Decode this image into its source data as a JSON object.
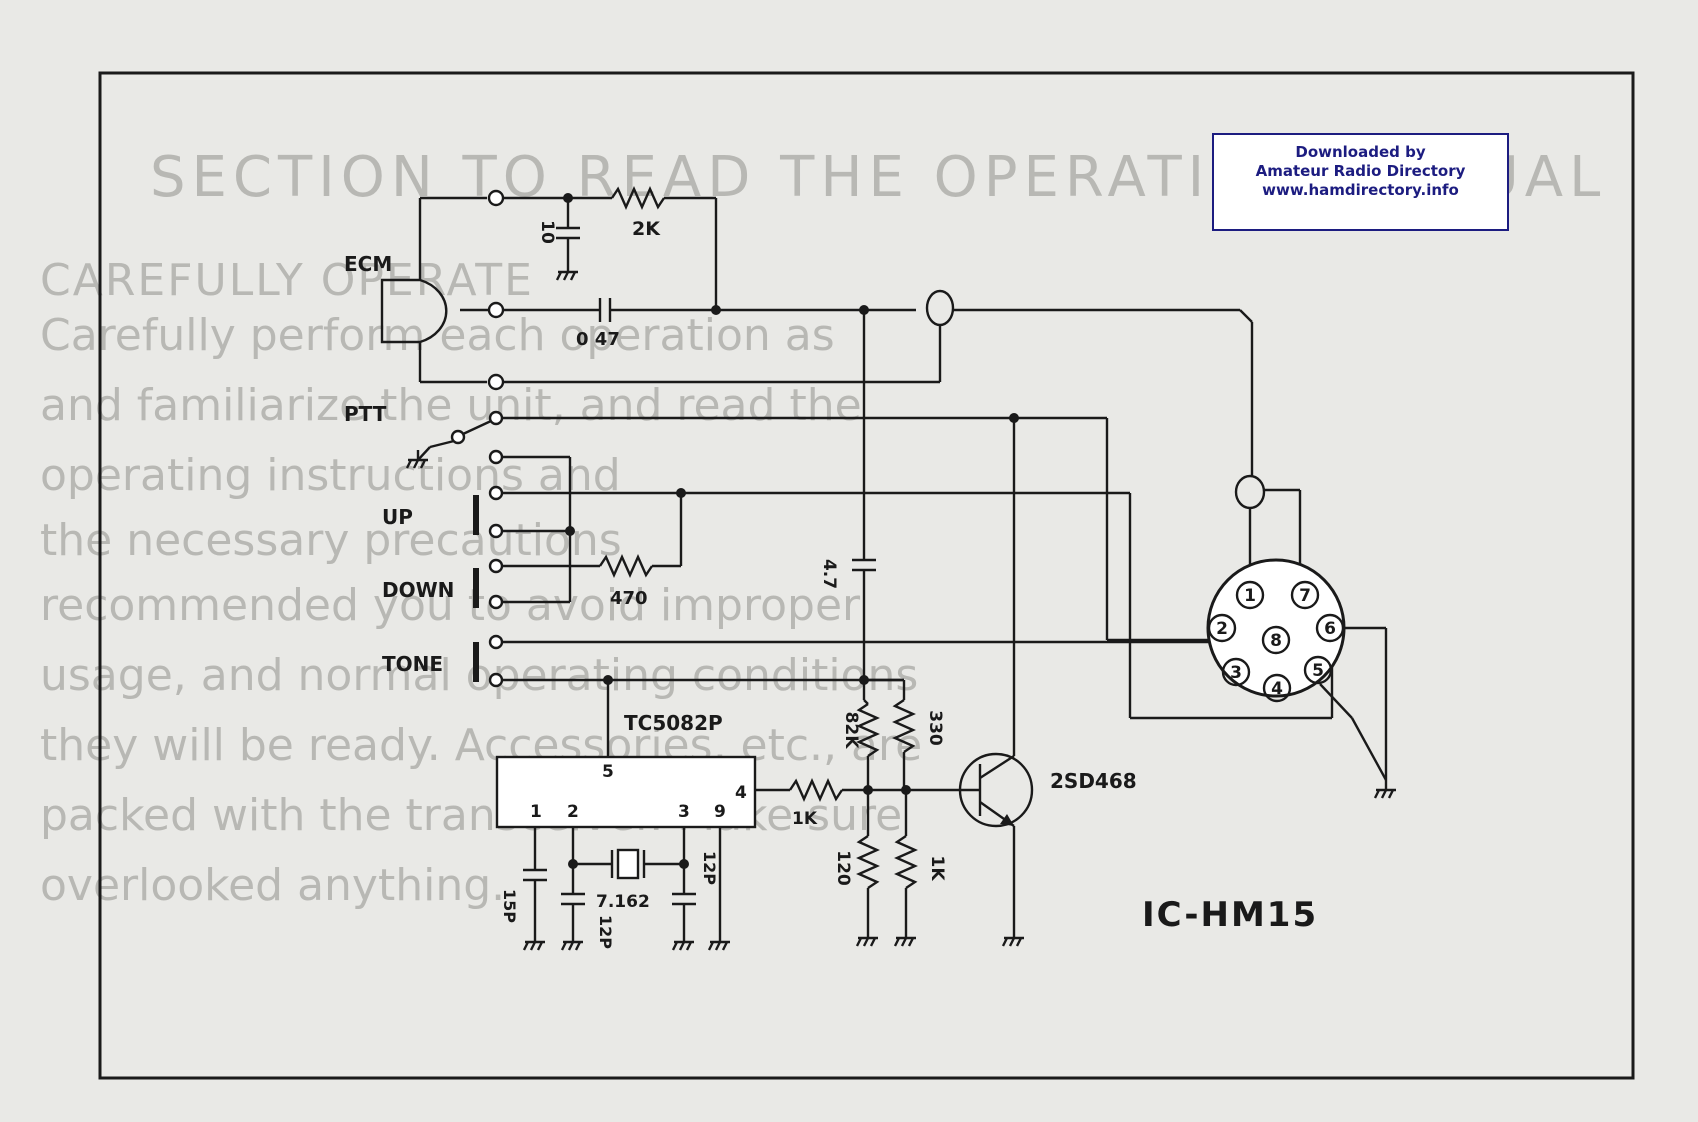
{
  "background_text": [
    "SECTION TO READ THE OPERATING MANUAL",
    "CAREFULLY OPERATE",
    "Carefully perform each operation as",
    "and familiarize the unit, and read the",
    "operating instructions and",
    "the necessary precautions",
    "recommended you to avoid improper",
    "usage, and normal operating conditions",
    "they will be ready. Accessories, etc., are",
    "packed with the transceiver. Make sure",
    "overlooked anything.",
    "",
    ""
  ],
  "download_notice": {
    "line1": "Downloaded by",
    "line2": "Amateur Radio Directory",
    "line3": "",
    "line4": "www.hamdirectory.info",
    "border_color": "#1c1c80"
  },
  "labels": {
    "ecm": "ECM",
    "ptt": "PTT",
    "up": "UP",
    "down": "DOWN",
    "tone": "TONE",
    "ic_chip": "TC5082P",
    "transistor": "2SD468",
    "model": "IC-HM15"
  },
  "components": {
    "c_10": "10",
    "r_2k": "2K",
    "c_047": "0 47",
    "r_470": "470",
    "c_47": "4.7",
    "r_82k": "82K",
    "r_330": "330",
    "r_1k_a": "1K",
    "r_120": "120",
    "r_1k_b": "1K",
    "c_15p": "15P",
    "c_12p_a": "12P",
    "xtal": "7.162",
    "c_12p_b": "12P"
  },
  "ic_pins": {
    "p5": "5",
    "p4": "4",
    "p1": "1",
    "p2": "2",
    "p3": "3",
    "p9": "9"
  },
  "connector_pins": [
    "1",
    "2",
    "3",
    "4",
    "5",
    "6",
    "7",
    "8"
  ]
}
